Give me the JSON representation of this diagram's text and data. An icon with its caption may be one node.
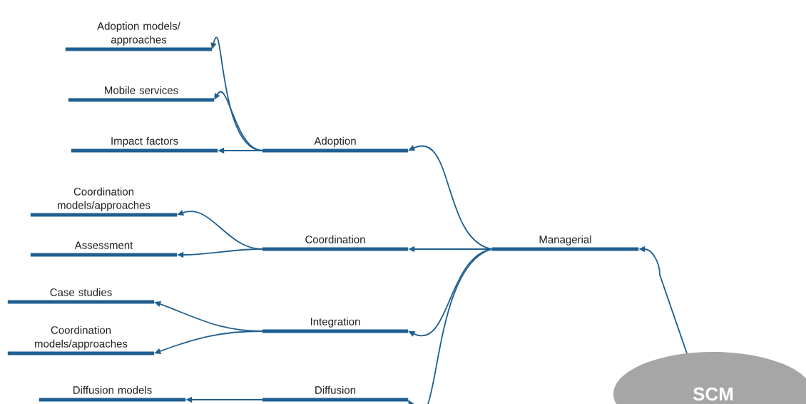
{
  "diagram": {
    "nodes": [
      {
        "text": [
          "Managerial"
        ]
      },
      {
        "text": [
          "Adoption"
        ]
      },
      {
        "text": [
          "Coordination"
        ]
      },
      {
        "text": [
          "Integration"
        ]
      },
      {
        "text": [
          "Diffusion"
        ]
      },
      {
        "text": [
          "Adoption models/ approaches"
        ]
      },
      {
        "text": [
          "Mobile services"
        ]
      },
      {
        "text": [
          "Impact factors"
        ]
      },
      {
        "text": [
          "Coordination models/approaches"
        ]
      },
      {
        "text": [
          "Assessment"
        ]
      },
      {
        "text": [
          "Case studies"
        ]
      },
      {
        "text": [
          "Coordination models/approaches"
        ]
      },
      {
        "text": [
          "Diffusion models"
        ]
      },
      {
        "text": [
          "SCM"
        ]
      }
    ],
    "edges": [
      {
        "from": 13,
        "to": 0,
        "arrow": "to"
      },
      {
        "from": 0,
        "to": 1,
        "arrow": "to"
      },
      {
        "from": 0,
        "to": 2,
        "arrow": "to"
      },
      {
        "from": 0,
        "to": 3,
        "arrow": "to"
      },
      {
        "from": 0,
        "to": 4,
        "arrow": "to"
      },
      {
        "from": 1,
        "to": 5,
        "arrow": "to"
      },
      {
        "from": 1,
        "to": 6,
        "arrow": "to"
      },
      {
        "from": 1,
        "to": 7,
        "arrow": "to"
      },
      {
        "from": 2,
        "to": 8,
        "arrow": "to"
      },
      {
        "from": 2,
        "to": 9,
        "arrow": "to"
      },
      {
        "from": 3,
        "to": 10,
        "arrow": "to"
      },
      {
        "from": 3,
        "to": 11,
        "arrow": "to"
      },
      {
        "from": 4,
        "to": 12,
        "arrow": "to"
      }
    ]
  }
}
